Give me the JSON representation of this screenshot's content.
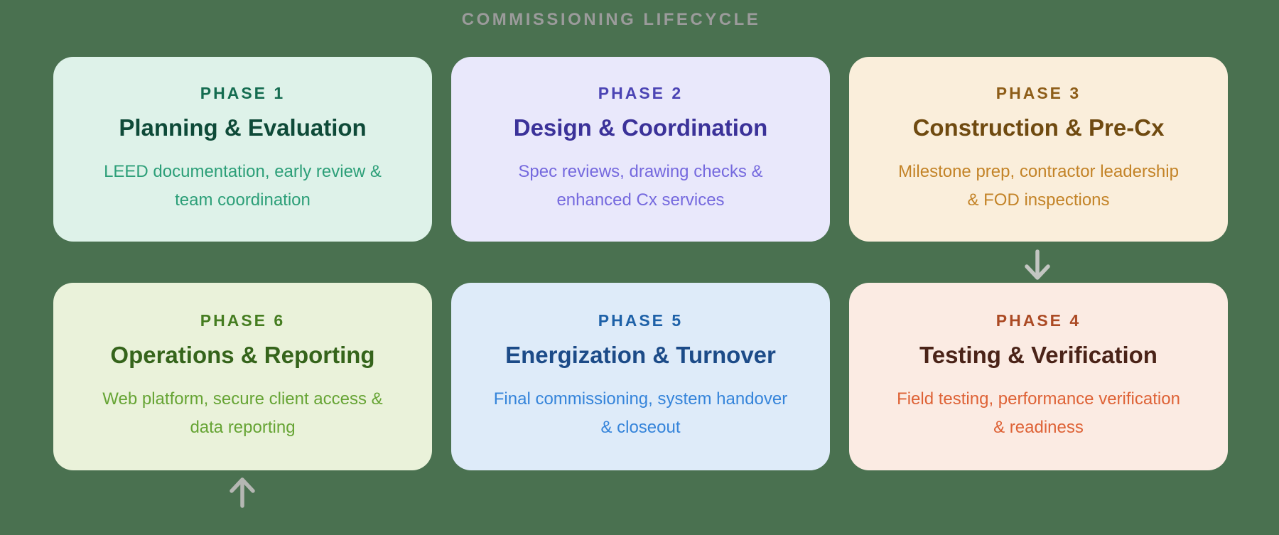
{
  "page": {
    "background_color": "#4a7150"
  },
  "header": {
    "title": "COMMISSIONING LIFECYCLE",
    "color": "#9b9b9b"
  },
  "cards": [
    {
      "phase_label": "PHASE 1",
      "title": "Planning & Evaluation",
      "description": "LEED documentation, early review & team coordination",
      "description_lines": [
        "LEED documentation, early review &",
        "team coordination"
      ],
      "colors": {
        "background": "#def2e9",
        "label": "#146c50",
        "title": "#0e4a38",
        "body": "#2c9f78"
      }
    },
    {
      "phase_label": "PHASE 2",
      "title": "Design & Coordination",
      "description": "Spec reviews, drawing checks & enhanced Cx services",
      "description_lines": [
        "Spec reviews, drawing checks &",
        "enhanced Cx services"
      ],
      "colors": {
        "background": "#e9e8fb",
        "label": "#4b44b4",
        "title": "#3b3299",
        "body": "#7569de"
      }
    },
    {
      "phase_label": "PHASE 3",
      "title": "Construction & Pre-Cx",
      "description": "Milestone prep, contractor leadership & FOD inspections",
      "description_lines": [
        "Milestone prep, contractor leadership",
        "& FOD inspections"
      ],
      "colors": {
        "background": "#faeedb",
        "label": "#8d5d18",
        "title": "#6f4a10",
        "body": "#c38327"
      }
    },
    {
      "phase_label": "PHASE 4",
      "title": "Testing & Verification",
      "description": "Field testing, performance verification & readiness",
      "description_lines": [
        "Field testing, performance verification",
        "& readiness"
      ],
      "colors": {
        "background": "#fbebe3",
        "label": "#ab4a24",
        "title": "#4a2318",
        "body": "#de6236"
      }
    },
    {
      "phase_label": "PHASE 5",
      "title": "Energization & Turnover",
      "description": "Final commissioning, system handover & closeout",
      "description_lines": [
        "Final commissioning, system handover",
        "& closeout"
      ],
      "colors": {
        "background": "#deebf9",
        "label": "#1e61a8",
        "title": "#1c4b88",
        "body": "#3584da"
      }
    },
    {
      "phase_label": "PHASE 6",
      "title": "Operations & Reporting",
      "description": "Web platform, secure client access & data reporting",
      "description_lines": [
        "Web platform, secure client access &",
        "data reporting"
      ],
      "colors": {
        "background": "#eaf2da",
        "label": "#457d20",
        "title": "#35641b",
        "body": "#66a434"
      }
    }
  ],
  "arrows": [
    {
      "direction": "down",
      "location": "below-phase-3",
      "color": "#c3c6c2"
    },
    {
      "direction": "up",
      "location": "below-phase-6",
      "color": "#b5b7b3"
    }
  ]
}
